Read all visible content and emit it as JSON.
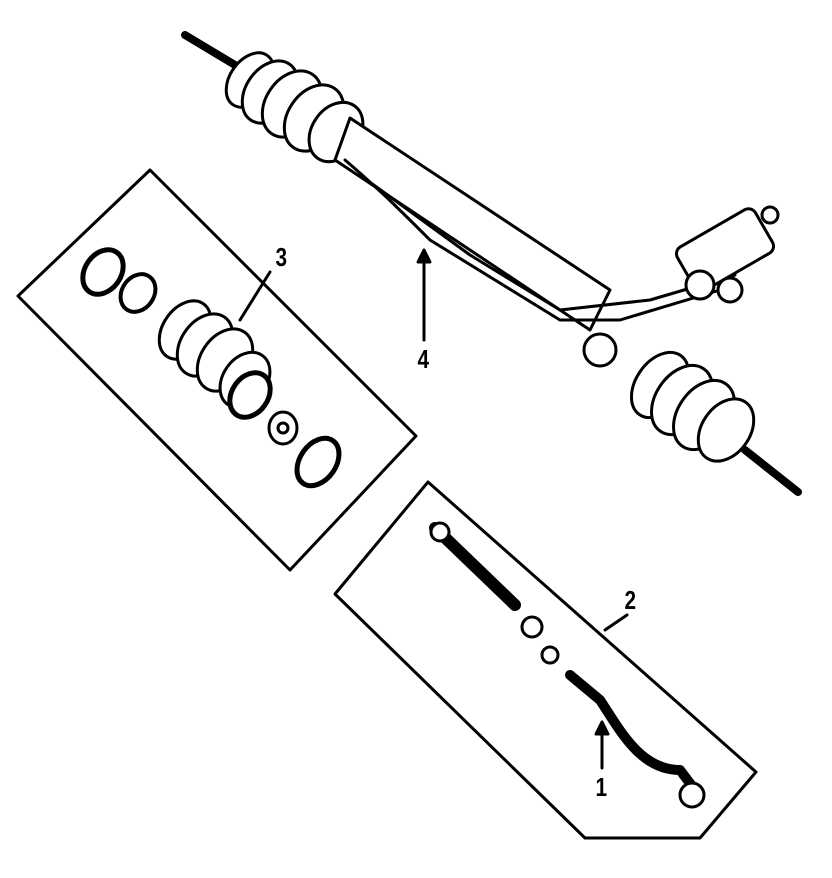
{
  "diagram": {
    "callouts": [
      {
        "id": "1",
        "text": "1"
      },
      {
        "id": "2",
        "text": "2"
      },
      {
        "id": "3",
        "text": "3"
      },
      {
        "id": "4",
        "text": "4"
      }
    ],
    "colors": {
      "line": "#000000",
      "fill": "#ffffff"
    }
  }
}
